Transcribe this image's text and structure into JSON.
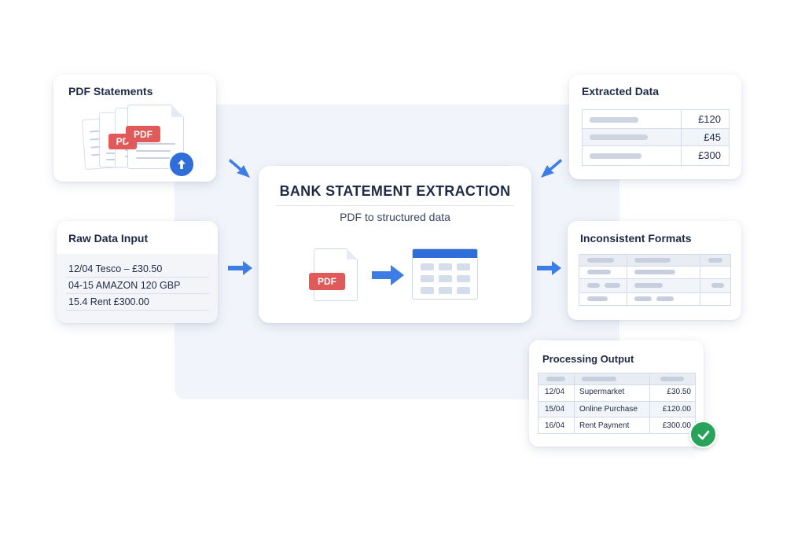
{
  "pdf_statements": {
    "title": "PDF Statements",
    "pdf_tag_back": "PD",
    "pdf_tag_front": "PDF"
  },
  "raw_data": {
    "title": "Raw Data Input",
    "lines": [
      "12/04  Tesco – £30.50",
      "04-15  AMAZON 120 GBP",
      "15.4  Rent  £300.00"
    ]
  },
  "center": {
    "title": "BANK STATEMENT EXTRACTION",
    "subtitle": "PDF to structured data",
    "pdf_label": "PDF"
  },
  "extracted": {
    "title": "Extracted Data",
    "values": [
      "£120",
      "£45",
      "£300"
    ]
  },
  "inconsistent": {
    "title": "Inconsistent Formats"
  },
  "output": {
    "title": "Processing Output",
    "rows": [
      {
        "date": "12/04",
        "desc": "Supermarket",
        "amount": "£30.50"
      },
      {
        "date": "15/04",
        "desc": "Online Purchase",
        "amount": "£120.00"
      },
      {
        "date": "16/04",
        "desc": "Rent Payment",
        "amount": "£300.00"
      }
    ]
  },
  "colors": {
    "accent_blue": "#2f6ed8",
    "arrow_blue": "#3d7ee6",
    "pdf_red": "#e05a5a",
    "success_green": "#27a35a"
  },
  "icons": [
    "document-stack-icon",
    "upload-arrow-icon",
    "pdf-file-icon",
    "flow-arrow-icon",
    "table-grid-icon",
    "check-icon"
  ]
}
